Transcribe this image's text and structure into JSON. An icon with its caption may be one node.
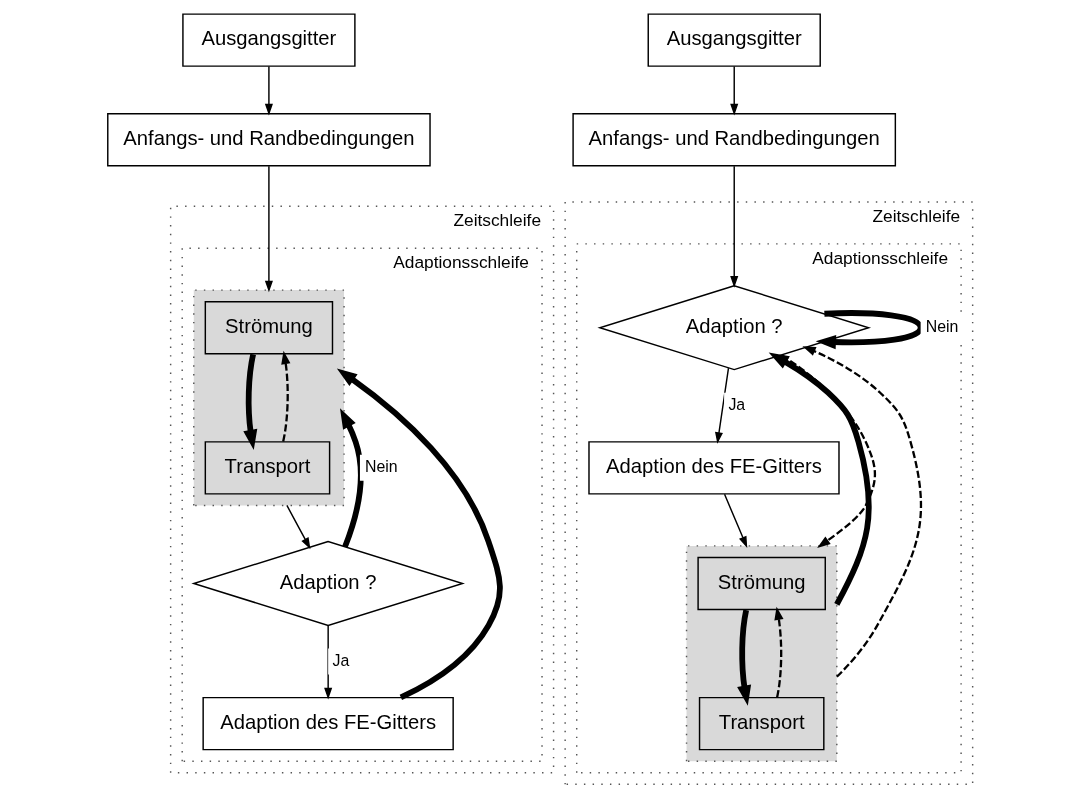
{
  "diagram": {
    "nodes": [
      {
        "text": [
          "Ausgangsgitter"
        ]
      },
      {
        "text": [
          "Anfangs- und Randbedingungen"
        ]
      },
      {
        "text": [
          "Zeitschleife"
        ]
      },
      {
        "text": [
          "Adaptionsschleife"
        ],
        "in": 2
      },
      {
        "text": [],
        "shape": "box",
        "in": 3
      },
      {
        "text": [
          "Strömung"
        ],
        "in": 4
      },
      {
        "text": [
          "Transport"
        ],
        "in": 4
      },
      {
        "text": [
          "Adaption ?"
        ],
        "in": 3
      },
      {
        "text": [
          "Adaption des FE-Gitters"
        ],
        "in": 3
      },
      {
        "text": [
          "Ausgangsgitter"
        ]
      },
      {
        "text": [
          "Anfangs- und Randbedingungen"
        ]
      },
      {
        "text": [
          "Zeitschleife"
        ]
      },
      {
        "text": [
          "Adaptionsschleife"
        ],
        "in": 11
      },
      {
        "text": [
          "Adaption ?"
        ],
        "in": 12
      },
      {
        "text": [
          "Adaption des FE-Gitters"
        ],
        "in": 12
      },
      {
        "text": [],
        "shape": "box",
        "in": 12
      },
      {
        "text": [
          "Strömung"
        ],
        "in": 15
      },
      {
        "text": [
          "Transport"
        ],
        "in": 15
      }
    ],
    "edges": [
      {
        "from": 0,
        "to": 1,
        "arrow": "to"
      },
      {
        "from": 1,
        "to": 4,
        "arrow": "to"
      },
      {
        "from": 5,
        "to": 6,
        "arrow": "to",
        "style": "thick"
      },
      {
        "from": 6,
        "to": 5,
        "arrow": "to",
        "style": "dashed"
      },
      {
        "from": 4,
        "to": 7,
        "arrow": "to"
      },
      {
        "from": 7,
        "to": 8,
        "arrow": "to",
        "label": "Ja"
      },
      {
        "from": 7,
        "to": 4,
        "arrow": "to",
        "label": "Nein",
        "style": "thick"
      },
      {
        "from": 8,
        "to": 4,
        "arrow": "to",
        "style": "thick"
      },
      {
        "from": 9,
        "to": 10,
        "arrow": "to"
      },
      {
        "from": 10,
        "to": 13,
        "arrow": "to"
      },
      {
        "from": 13,
        "to": 14,
        "arrow": "to",
        "label": "Ja"
      },
      {
        "from": 14,
        "to": 15,
        "arrow": "to"
      },
      {
        "from": 16,
        "to": 17,
        "arrow": "to",
        "style": "thick"
      },
      {
        "from": 17,
        "to": 16,
        "arrow": "to",
        "style": "dashed"
      },
      {
        "from": 13,
        "to": 13,
        "arrow": "to",
        "label": "Nein",
        "style": "thick"
      },
      {
        "from": 13,
        "to": 15,
        "arrow": "to",
        "style": "dashed"
      },
      {
        "from": 15,
        "to": 13,
        "arrow": "to",
        "style": "thick"
      },
      {
        "from": 15,
        "to": 13,
        "arrow": "to",
        "style": "dashed"
      }
    ]
  }
}
